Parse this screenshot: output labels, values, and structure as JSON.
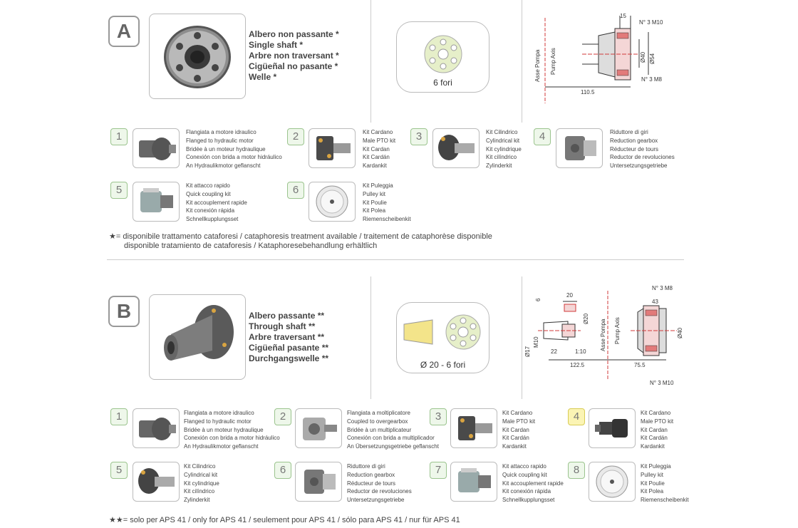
{
  "colors": {
    "kit_box_green": "#9bc48e",
    "kit_box_yellow": "#fbf4b4",
    "drawing_red": "#d03a3a",
    "divider": "#cccccc"
  },
  "section_a": {
    "letter": "A",
    "names": [
      "Albero non passante *",
      "Single shaft *",
      "Arbre non traversant *",
      "Cigüeñal no pasante *",
      "Welle *"
    ],
    "holes_caption": "6 fori",
    "drawing": {
      "bolts_top": "N° 3 M10",
      "bolts_bottom": "N° 3 M8",
      "dim_15": "15",
      "dim_40": "Ø40",
      "dim_54": "Ø54",
      "dim_110": "110.5",
      "axis_it": "Asse Pompa",
      "axis_en": "Pump Axis"
    },
    "kits": [
      {
        "num": "1",
        "icon": "hydraulic-motor-icon",
        "lines": [
          "Flangiata a motore idraulico",
          "Flanged to hydraulic motor",
          "Bridée à un moteur hydraulique",
          "Conexión con brida a motor hidráulico",
          "An Hydraulikmotor geflanscht"
        ]
      },
      {
        "num": "2",
        "icon": "cardan-kit-icon",
        "lines": [
          "Kit Cardano",
          "Male PTO kit",
          "Kit Cardan",
          "Kit Cardán",
          "Kardankit"
        ]
      },
      {
        "num": "3",
        "icon": "cylindrical-kit-icon",
        "lines": [
          "Kit Cilindrico",
          "Cylindrical kit",
          "Kit cylindrique",
          "Kit cilíndrico",
          "Zylinderkit"
        ]
      },
      {
        "num": "4",
        "icon": "reduction-gearbox-icon",
        "lines": [
          "Riduttore di giri",
          "Reduction gearbox",
          "Réducteur de tours",
          "Reductor de revoluciones",
          "Untersetzungsgetriebe"
        ]
      },
      {
        "num": "5",
        "icon": "quick-coupling-icon",
        "lines": [
          "Kit attacco rapido",
          "Quick coupling kit",
          "Kit accouplement rapide",
          "Kit conexión rápida",
          "Schnellkupplungsset"
        ]
      },
      {
        "num": "6",
        "icon": "pulley-kit-icon",
        "lines": [
          "Kit Puleggia",
          "Pulley kit",
          "Kit Poulie",
          "Kit Polea",
          "Riemenscheibenkit"
        ]
      }
    ],
    "note_mark": "★",
    "note_lines": [
      "= disponibile trattamento cataforesi / cataphoresis treatment available / traitement de cataphorèse disponible",
      "disponible tratamiento de cataforesis / Kataphoresebehandlung erhältlich"
    ]
  },
  "section_b": {
    "letter": "B",
    "names": [
      "Albero passante **",
      "Through shaft **",
      "Arbre traversant **",
      "Cigüeñal pasante **",
      "Durchgangswelle **"
    ],
    "holes_caption": "Ø 20  -  6 fori",
    "drawing": {
      "bolts_top": "N° 3 M8",
      "bolts_bottom": "N° 3 M10",
      "dim_6": "6",
      "dim_20": "20",
      "dim_d20": "Ø20",
      "dim_17": "Ø17",
      "dim_m10": "M10",
      "dim_22": "22",
      "taper": "1:10",
      "dim_122": "122.5",
      "dim_75": "75.5",
      "dim_43": "43",
      "dim_40": "Ø40",
      "axis_it": "Asse Pompa",
      "axis_en": "Pump Axis"
    },
    "kits": [
      {
        "num": "1",
        "icon": "hydraulic-motor-icon",
        "lines": [
          "Flangiata a motore idraulico",
          "Flanged to hydraulic motor",
          "Bridée à un moteur hydraulique",
          "Conexión con brida a motor hidráulico",
          "An Hydraulikmotor geflanscht"
        ]
      },
      {
        "num": "2",
        "icon": "overgearbox-icon",
        "lines": [
          "Flangiata a moltiplicatore",
          "Coupled to overgearbox",
          "Bridée à un multiplicateur",
          "Conexión con brida a multiplicador",
          "An Übersetzungsgetriebe geflanscht"
        ]
      },
      {
        "num": "3",
        "icon": "cardan-kit-icon",
        "lines": [
          "Kit Cardano",
          "Male PTO kit",
          "Kit Cardan",
          "Kit Cardán",
          "Kardankit"
        ]
      },
      {
        "num": "4",
        "icon": "cardan-kit-icon",
        "lines": [
          "Kit Cardano",
          "Male PTO kit",
          "Kit Cardan",
          "Kit Cardán",
          "Kardankit"
        ]
      },
      {
        "num": "5",
        "icon": "cylindrical-kit-icon",
        "lines": [
          "Kit Cilindrico",
          "Cylindrical kit",
          "Kit cylindrique",
          "Kit cilíndrico",
          "Zylinderkit"
        ]
      },
      {
        "num": "6",
        "icon": "reduction-gearbox-icon",
        "lines": [
          "Riduttore di giri",
          "Reduction gearbox",
          "Réducteur de tours",
          "Reductor de revoluciones",
          "Untersetzungsgetriebe"
        ]
      },
      {
        "num": "7",
        "icon": "quick-coupling-icon",
        "lines": [
          "Kit attacco rapido",
          "Quick coupling kit",
          "Kit accouplement rapide",
          "Kit conexión rápida",
          "Schnellkupplungsset"
        ]
      },
      {
        "num": "8",
        "icon": "pulley-kit-icon",
        "lines": [
          "Kit Puleggia",
          "Pulley kit",
          "Kit Poulie",
          "Kit Polea",
          "Riemenscheibenkit"
        ]
      }
    ],
    "note_mark": "★★",
    "note_text": "= solo per APS 41 / only for APS 41 / seulement pour APS 41 / sólo para APS 41 / nur für APS 41"
  }
}
